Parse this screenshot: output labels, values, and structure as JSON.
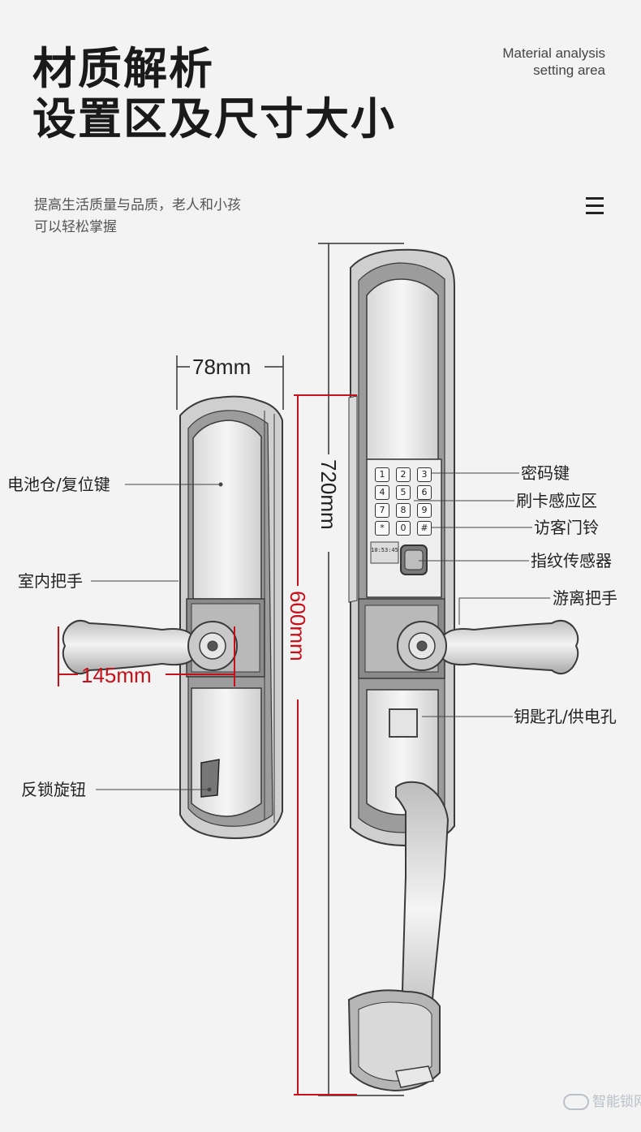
{
  "header": {
    "title_line1": "材质解析",
    "title_line2": "设置区及尺寸大小",
    "en_line1": "Material analysis",
    "en_line2": "setting area",
    "subtitle_line1": "提高生活质量与品质，老人和小孩",
    "subtitle_line2": "可以轻松掌握"
  },
  "dimensions": {
    "width": "78mm",
    "handle": "145mm",
    "inner_height": "600mm",
    "outer_height": "720mm"
  },
  "labels_left": {
    "battery": "电池仓/复位键",
    "indoor_handle": "室内把手",
    "lock_knob": "反锁旋钮"
  },
  "labels_right": {
    "keypad": "密码键",
    "card_area": "刷卡感应区",
    "doorbell": "访客门铃",
    "fingerprint": "指纹传感器",
    "free_handle": "游离把手",
    "keyhole": "钥匙孔/供电孔"
  },
  "keypad": {
    "keys": [
      "1",
      "2",
      "3",
      "4",
      "5",
      "6",
      "7",
      "8",
      "9",
      "*",
      "0",
      "#"
    ],
    "clock": "10:53:45"
  },
  "watermark": "智能锁网",
  "colors": {
    "accent_red": "#c8101a",
    "line": "#333333"
  }
}
